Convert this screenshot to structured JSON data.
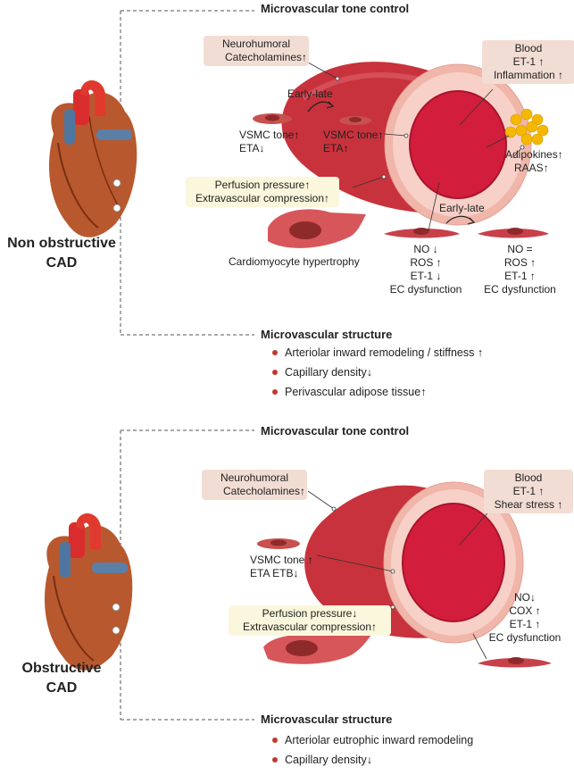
{
  "top": {
    "side_label": [
      "Non obstructive",
      "CAD"
    ],
    "tone_header": "Microvascular tone control",
    "structure_header": "Microvascular structure",
    "neurohumoral": {
      "title": "Neurohumoral",
      "line": "Catecholamines"
    },
    "blood": {
      "title": "Blood",
      "lines": [
        "ET-1",
        "Inflammation"
      ]
    },
    "early_late_1": "Early-late",
    "vsmc_left": {
      "line1": "VSMC tone",
      "line2": "ETA"
    },
    "vsmc_right": {
      "line1": "VSMC tone",
      "line2": "ETA"
    },
    "adipokines": [
      "Adipokines",
      "RAAS"
    ],
    "perfusion": [
      "Perfusion pressure",
      "Extravascular compression"
    ],
    "early_late_2": "Early-late",
    "cardiomyocyte": "Cardiomyocyte hypertrophy",
    "ec_left": [
      "NO",
      "ROS",
      "ET-1",
      "EC dysfunction"
    ],
    "ec_right": [
      "NO =",
      "ROS",
      "ET-1",
      "EC dysfunction"
    ],
    "structure_items": [
      "Arteriolar inward remodeling / stiffness",
      "Capillary density",
      "Perivascular adipose tissue"
    ]
  },
  "bottom": {
    "side_label": [
      "Obstructive",
      "CAD"
    ],
    "tone_header": "Microvascular tone control",
    "structure_header": "Microvascular structure",
    "neurohumoral": {
      "title": "Neurohumoral",
      "line": "Catecholamines"
    },
    "blood": {
      "title": "Blood",
      "lines": [
        "ET-1",
        "Shear stress"
      ]
    },
    "vsmc": {
      "line1": "VSMC tone",
      "line2": "ETA  ETB"
    },
    "perfusion": [
      "Perfusion pressure",
      "Extravascular compression"
    ],
    "ec": [
      "NO",
      "COX",
      "ET-1",
      "EC dysfunction"
    ],
    "structure_items": [
      "Arteriolar eutrophic inward remodeling",
      "Capillary density"
    ]
  },
  "arrows": {
    "up": "↑",
    "down": "↓"
  },
  "colors": {
    "vessel": "#c8323c",
    "vessel_dark": "#8e1b24",
    "lumen": "#d21e3c",
    "wall": "#f3c2b8",
    "adipose": "#f5b800",
    "bullet": "#c0392b",
    "box_pink": "#f2ddd4",
    "box_yellow": "#fbf7dc"
  }
}
